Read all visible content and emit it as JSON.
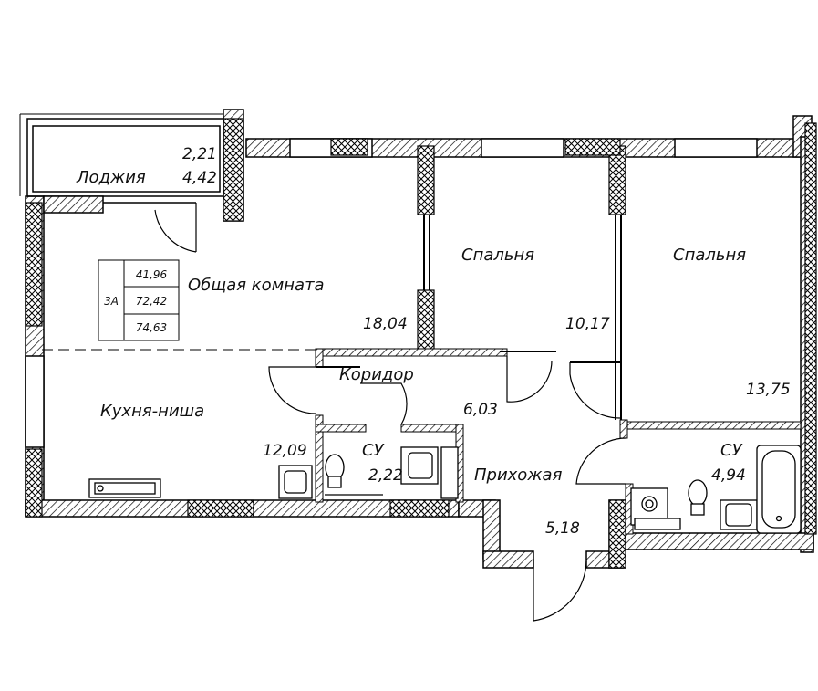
{
  "rooms": {
    "loggia": {
      "name": "Лоджия",
      "area_a": "2,21",
      "area_b": "4,42"
    },
    "living": {
      "name": "Общая комната",
      "area": "18,04"
    },
    "bedroom1": {
      "name": "Спальня",
      "area": "10,17"
    },
    "bedroom2": {
      "name": "Спальня",
      "area": "13,75"
    },
    "corridor": {
      "name": "Коридор",
      "area": "6,03"
    },
    "kitchen": {
      "name": "Кухня-ниша",
      "area": "12,09"
    },
    "bath1": {
      "name": "СУ",
      "area": "2,22"
    },
    "hall": {
      "name": "Прихожая",
      "area": "5,18"
    },
    "bath2": {
      "name": "СУ",
      "area": "4,94"
    }
  },
  "summary": {
    "apartment_type": "3А",
    "living_area": "41,96",
    "total_area": "72,42",
    "total_with_loggia": "74,63"
  }
}
